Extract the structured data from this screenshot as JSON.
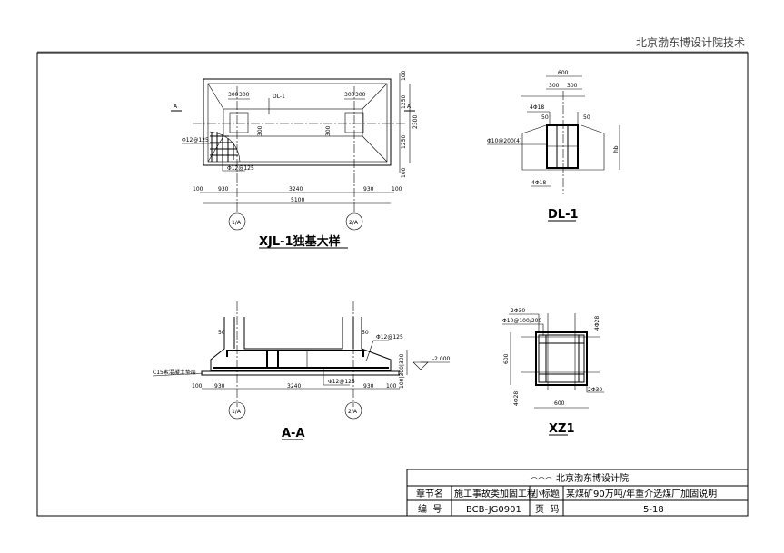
{
  "header": {
    "org_title": "北京渤东博设计院技术"
  },
  "xjl1": {
    "title": "XJL-1独基大样",
    "beam_label": "DL-1",
    "dims_top_left": [
      "300",
      "300"
    ],
    "dims_top_right": [
      "300",
      "300"
    ],
    "beam_dims": [
      "300",
      "300"
    ],
    "rebar_1": "Φ12@125",
    "rebar_2": "Φ12@125",
    "bottom_dims": [
      "100",
      "930",
      "3240",
      "930",
      "100"
    ],
    "total_dim": "5100",
    "right_dims": [
      "100",
      "1250",
      "1250",
      "100"
    ],
    "right_total": "2300",
    "section_mark": "A",
    "axis_1": "1/A",
    "axis_2": "2/A"
  },
  "dl1": {
    "title": "DL-1",
    "dim_total": "600",
    "dim_parts": [
      "300",
      "300"
    ],
    "top_bars": "4Φ18",
    "bottom_bars": "4Φ18",
    "stirrup": "Φ10@200(4)",
    "cover_left": "50",
    "cover_right": "50",
    "height_label": "hb"
  },
  "aa": {
    "title": "A-A",
    "cover_left": "50",
    "cover_right": "50",
    "rebar_top": "Φ12@125",
    "rebar_bottom": "Φ12@125",
    "cushion": "C15素混凝土垫层",
    "elevation": "-2.000",
    "bottom_dims": [
      "100",
      "930",
      "3240",
      "930",
      "100"
    ],
    "right_dims": "100|300|300",
    "axis_1": "1/A",
    "axis_2": "2/A"
  },
  "xz1": {
    "title": "XZ1",
    "bars_top": "2Φ30",
    "stirrup": "Φ10@100/200",
    "bars_right": "4Φ28",
    "bars_left": "4Φ28",
    "bars_bottom": "2Φ30",
    "dim_height": "600",
    "dim_width": "600"
  },
  "title_block": {
    "institute": "北京渤东博设计院",
    "chapter_label": "章节名",
    "chapter_value": "施工事故类加固工程",
    "subtitle_label": "小标题",
    "subtitle_value": "某煤矿90万吨/年重介选煤厂加固说明",
    "number_label": "编  号",
    "number_value": "BCB-JG0901",
    "page_label": "页  码",
    "page_value": "5-18"
  }
}
